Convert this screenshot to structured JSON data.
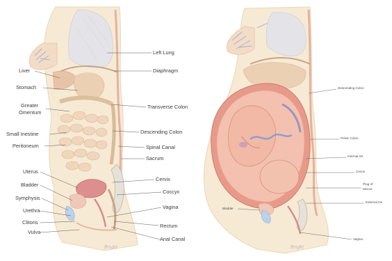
{
  "left_figure": {
    "labels_right": {
      "left_lung": "Left Lung",
      "diaphragm": "Diaphragm",
      "transverse_colon": "Transverse Colon",
      "descending_colon": "Descending Colon",
      "spinal_canal": "Spinal Canal",
      "sacrum": "Sacrum",
      "cervix": "Cervix",
      "coccyx": "Coccyx",
      "vagina": "Vagina",
      "rectum": "Rectum",
      "anal_canal": "Anal Canal"
    },
    "labels_left": {
      "liver": "Liver",
      "stomach": "Stomach",
      "greater_omentum_1": "Greater",
      "greater_omentum_2": "Omentum",
      "small_intestine": "Small Inestine",
      "peritoneum": "Peritoneum",
      "uterus": "Uterus",
      "bladder": "Bladder",
      "symphysis": "Symphysis",
      "urethra": "Urethra",
      "clitoris": "Clitoris",
      "vulva": "Vulva"
    },
    "signature": "Bright"
  },
  "right_figure": {
    "labels": {
      "descending_colon": "Descending Colon",
      "pelvic_colon": "Pelvic Colon",
      "internal_os": "Internal Os",
      "cervix": "Cervix",
      "plug_of_mucus_1": "Plug of",
      "plug_of_mucus_2": "Mucus",
      "external_os": "External Os",
      "bladder": "Bladder",
      "vagina": "Vagina"
    },
    "signature": "Bright"
  }
}
